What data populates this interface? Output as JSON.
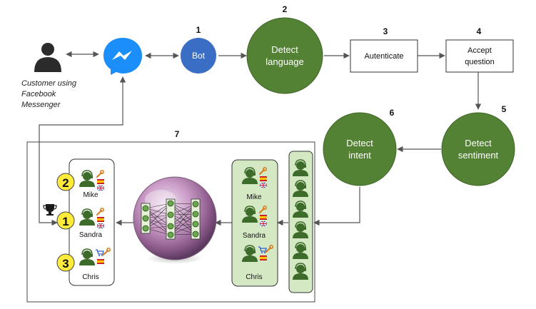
{
  "customer": {
    "caption_line1": "Customer using",
    "caption_line2": "Facebook",
    "caption_line3": "Messenger"
  },
  "steps": {
    "bot": {
      "number": "1",
      "label": "Bot"
    },
    "detect_language": {
      "number": "2",
      "label_line1": "Detect",
      "label_line2": "language"
    },
    "authenticate": {
      "number": "3",
      "label": "Autenticate"
    },
    "accept_question": {
      "number": "4",
      "label_line1": "Accept",
      "label_line2": "question"
    },
    "detect_sentiment": {
      "number": "5",
      "label_line1": "Detect",
      "label_line2": "sentiment"
    },
    "detect_intent": {
      "number": "6",
      "label_line1": "Detect",
      "label_line2": "intent"
    },
    "routing": {
      "number": "7"
    }
  },
  "ranked_agents": [
    {
      "rank": "2",
      "name": "Mike"
    },
    {
      "rank": "1",
      "name": "Sandra"
    },
    {
      "rank": "3",
      "name": "Chris"
    }
  ],
  "candidate_agents": [
    {
      "name": "Mike"
    },
    {
      "name": "Sandra"
    },
    {
      "name": "Chris"
    }
  ],
  "colors": {
    "green": "#548235",
    "green_light": "#d5e8c4",
    "blue": "#3a6ec5",
    "messenger_blue": "#1c8ef9",
    "rank_yellow": "#ffeb3b",
    "agent_green": "#3d6b2a"
  },
  "icons": {
    "customer": "person-icon",
    "messenger": "messenger-icon",
    "trophy": "trophy-icon",
    "agent": "agent-headset-icon",
    "neural_network": "neural-network-icon"
  }
}
